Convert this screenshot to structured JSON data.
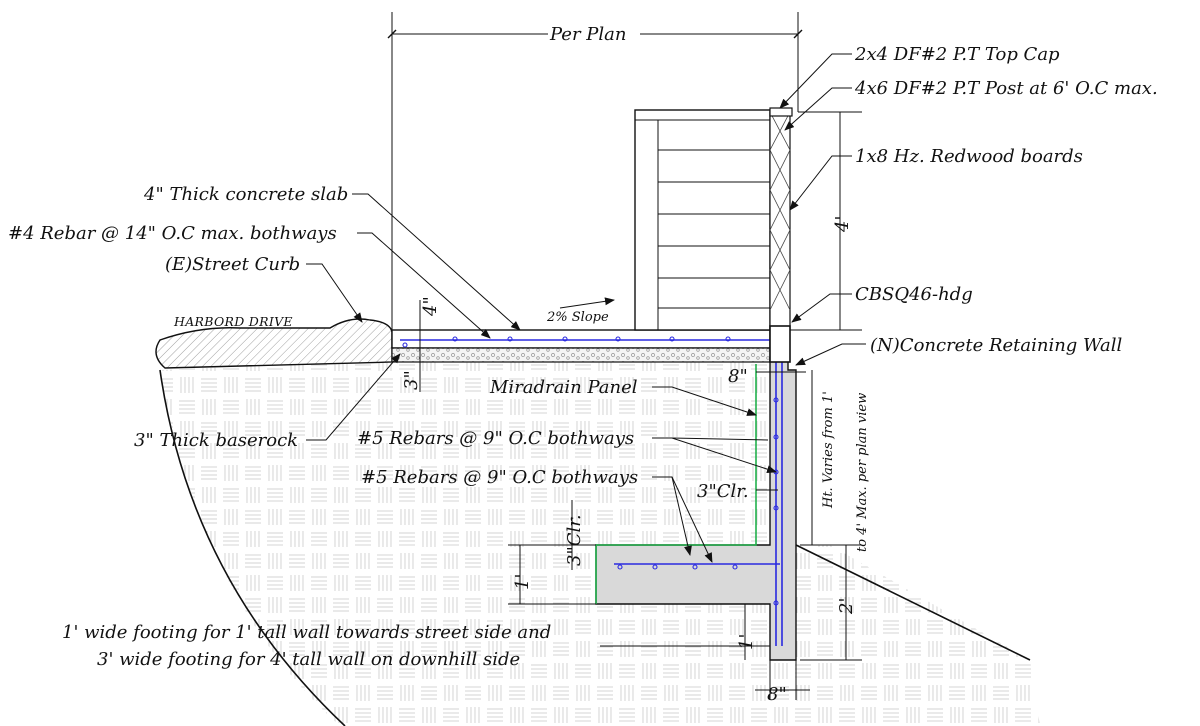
{
  "dimensions": {
    "per_plan": "Per Plan",
    "slab_thickness": "4\"",
    "baserock_thickness": "3\"",
    "wall_top_width": "8\"",
    "fence_height": "4'",
    "wall_height_note_line1": "Ht. Varies from 1'",
    "wall_height_note_line2": "to 4' Max. per plan view",
    "footing_depth_right": "2'",
    "footing_left_height": "1'",
    "footing_lower_height": "1'",
    "wall_bottom_width": "8\"",
    "clear_cover_vertical": "3\"Clr.",
    "clear_cover_horizontal": "3\"Clr.",
    "slope": "2% Slope"
  },
  "labels": {
    "top_cap": "2x4 DF#2 P.T Top Cap",
    "post": "4x6 DF#2 P.T Post at 6' O.C max.",
    "boards": "1x8 Hz. Redwood boards",
    "concrete_slab": "4\" Thick concrete slab",
    "rebar_slab": "#4 Rebar @ 14\" O.C max. bothways",
    "street_curb": "(E)Street Curb",
    "street_name": "HARBORD DRIVE",
    "connector": "CBSQ46-hdg",
    "retaining_wall": "(N)Concrete Retaining Wall",
    "miradrain": "Miradrain Panel",
    "rebar_wall_1": "#5 Rebars @ 9\" O.C bothways",
    "rebar_wall_2": "#5 Rebars @ 9\" O.C bothways",
    "baserock": "3\" Thick baserock",
    "footing_note_line1": "1' wide footing for 1' tall wall towards street side and",
    "footing_note_line2": "3' wide footing for 4' tall wall on downhill side"
  },
  "colors": {
    "rebar": "#2a2ae0",
    "drain_panel": "#22b14c",
    "concrete_fill": "#d9d9d9",
    "line": "#111111"
  }
}
